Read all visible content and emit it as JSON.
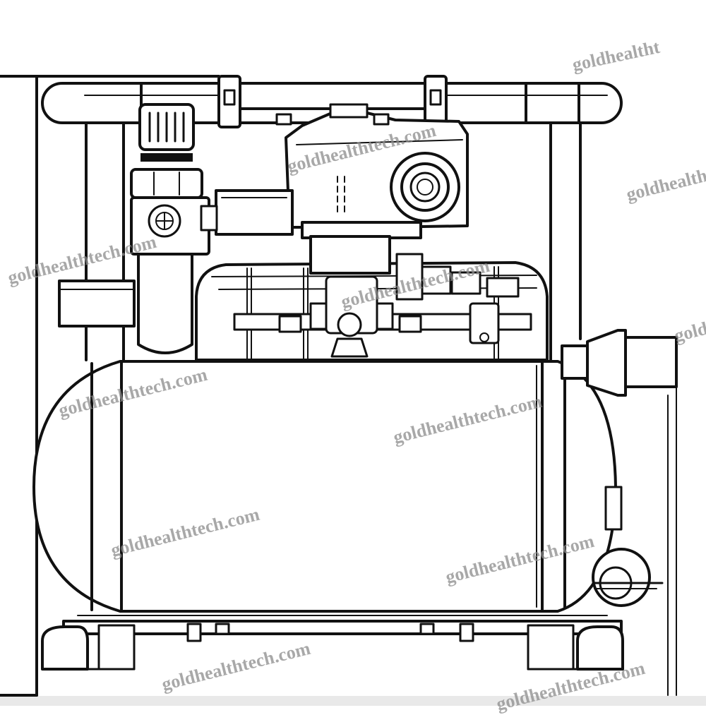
{
  "watermark": {
    "text": "goldhealthtech.com",
    "text_cut_top_right": "goldhealtht",
    "text_cut_right": "goldhealth",
    "text_cut_right_edge": "gold",
    "color": "#8c8c8c"
  },
  "drawing": {
    "subject": "air-compressor-line-drawing",
    "line_color": "#111111",
    "background": "#ffffff"
  }
}
